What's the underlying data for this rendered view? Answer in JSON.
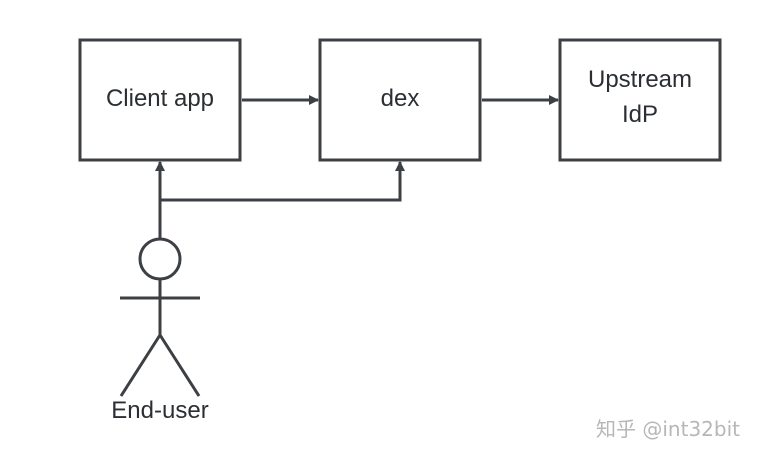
{
  "nodes": {
    "client_app": {
      "label": "Client app"
    },
    "dex": {
      "label": "dex"
    },
    "upstream_idp": {
      "label_line1": "Upstream",
      "label_line2": "IdP"
    }
  },
  "actor": {
    "label": "End-user"
  },
  "edges": [
    {
      "from": "Client app",
      "to": "dex"
    },
    {
      "from": "dex",
      "to": "Upstream IdP"
    },
    {
      "from": "End-user",
      "to": "Client app"
    },
    {
      "from": "End-user",
      "to": "dex"
    }
  ],
  "watermark": "知乎 @int32bit",
  "colors": {
    "stroke": "#3c4044",
    "text": "#2b2f33",
    "watermark": "#b7b7b7",
    "background": "#ffffff"
  }
}
